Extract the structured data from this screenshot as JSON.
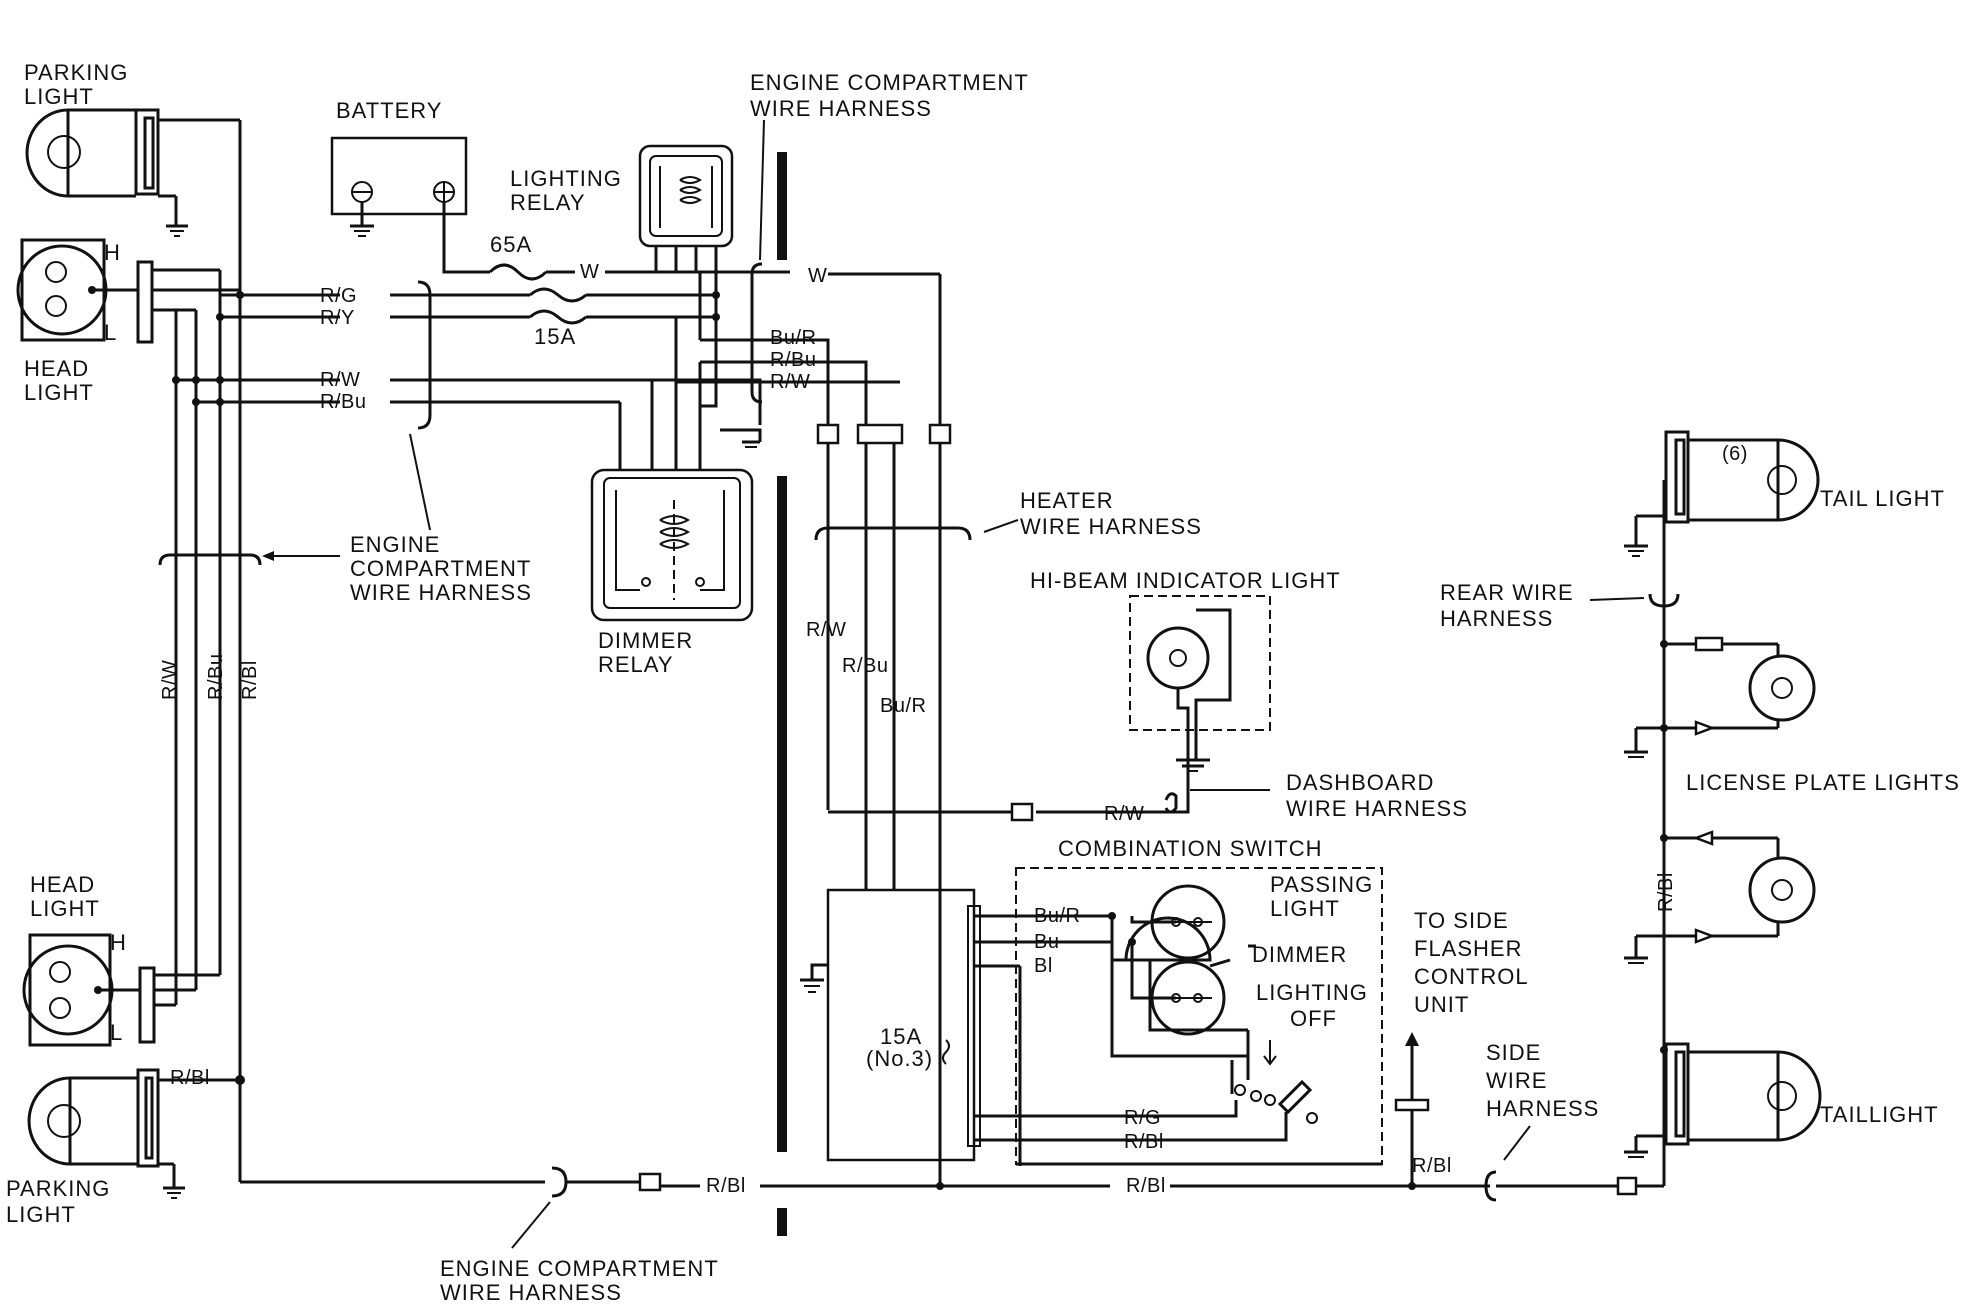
{
  "labels": {
    "parking_light_top": [
      "PARKING",
      "LIGHT"
    ],
    "battery": "BATTERY",
    "engine_harness_top": [
      "ENGINE COMPARTMENT",
      "WIRE HARNESS"
    ],
    "lighting_relay": [
      "LIGHTING",
      "RELAY"
    ],
    "fuse_65a": "65A",
    "fuse_15a": "15A",
    "head_light_top": [
      "HEAD",
      "LIGHT"
    ],
    "engine_harness_mid": [
      "ENGINE",
      "COMPARTMENT",
      "WIRE HARNESS"
    ],
    "dimmer_relay": [
      "DIMMER",
      "RELAY"
    ],
    "heater_harness": [
      "HEATER",
      "WIRE  HARNESS"
    ],
    "hi_beam": "HI-BEAM INDICATOR LIGHT",
    "rear_harness": [
      "REAR WIRE",
      "HARNESS"
    ],
    "tail_light": "TAIL LIGHT",
    "tail_number": "(6)",
    "license_plate": "LICENSE PLATE  LIGHTS",
    "dashboard_harness": [
      "DASHBOARD",
      "WIRE HARNESS"
    ],
    "combination_switch": "COMBINATION SWITCH",
    "passing_light": [
      "PASSING",
      "LIGHT"
    ],
    "dimmer": "DIMMER",
    "lighting": "LIGHTING",
    "off": "OFF",
    "to_side_flasher": [
      "TO SIDE",
      "FLASHER",
      "CONTROL",
      "UNIT"
    ],
    "side_harness": [
      "SIDE",
      "WIRE",
      "HARNESS"
    ],
    "head_light_bottom": [
      "HEAD",
      "LIGHT"
    ],
    "parking_light_bottom": [
      "PARKING",
      "LIGHT"
    ],
    "engine_harness_bottom": [
      "ENGINE COMPARTMENT",
      "WIRE HARNESS"
    ],
    "taillight_bottom": "TAILLIGHT",
    "fuse_block": [
      "15A",
      "(No.3)"
    ],
    "h_mark": "H",
    "l_mark": "L"
  },
  "wire_codes": {
    "W": "W",
    "RG": "R/G",
    "RY": "R/Y",
    "RW": "R/W",
    "RBu": "R/Bu",
    "BuR": "Bu/R",
    "RBl": "R/Bl",
    "Bu": "Bu",
    "Bl": "Bl"
  }
}
